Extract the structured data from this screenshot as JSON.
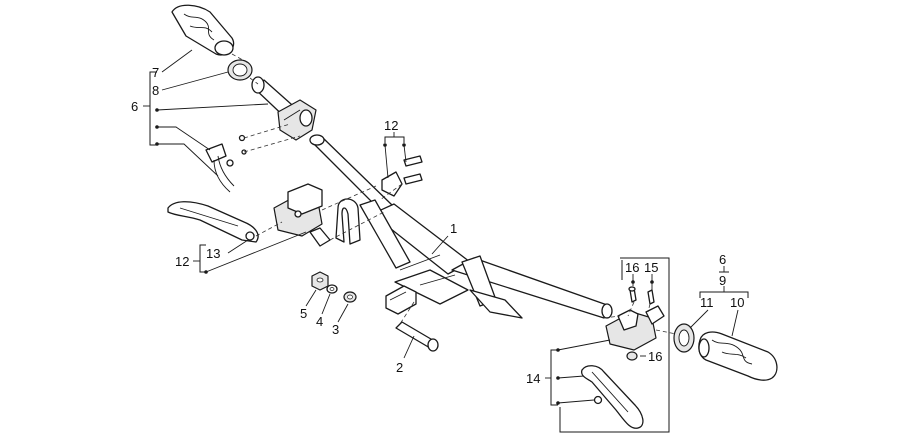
{
  "diagram": {
    "callouts": {
      "c1": "1",
      "c2": "2",
      "c3": "3",
      "c4": "4",
      "c5": "5",
      "c6_left": "6",
      "c7": "7",
      "c8": "8",
      "c12_top": "12",
      "c12_left": "12",
      "c13": "13",
      "c14": "14",
      "c15": "15",
      "c16_top": "16",
      "c16_mid": "16",
      "c6_right": "6",
      "c9": "9",
      "c10": "10",
      "c11": "11"
    }
  }
}
